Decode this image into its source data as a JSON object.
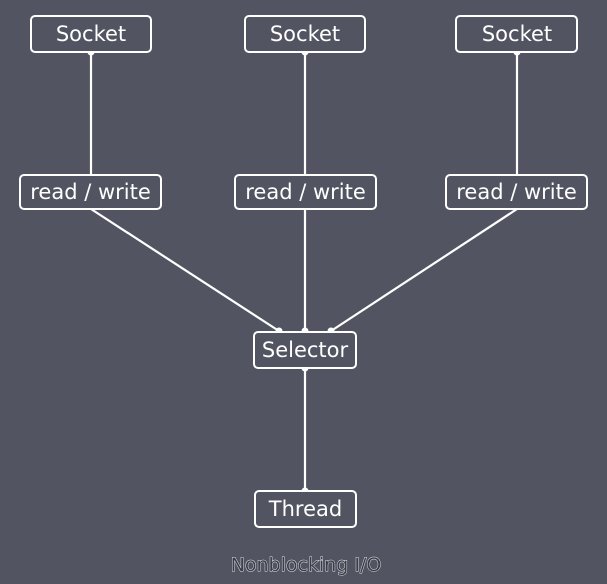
{
  "nodes": {
    "socket_1": "Socket",
    "socket_2": "Socket",
    "socket_3": "Socket",
    "rw_1": "read / write",
    "rw_2": "read / write",
    "rw_3": "read / write",
    "selector": "Selector",
    "thread": "Thread"
  },
  "caption": "Nonblocking I/O",
  "colors": {
    "background": "#525561",
    "stroke": "#ffffff"
  }
}
